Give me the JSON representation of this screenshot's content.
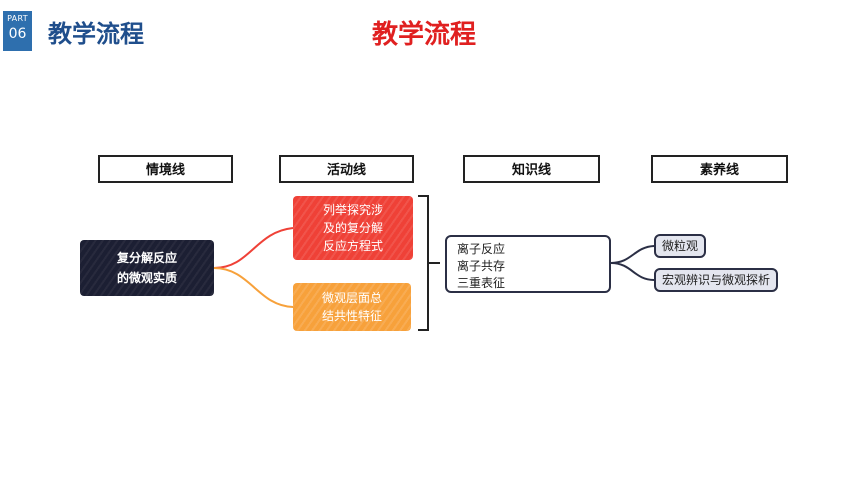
{
  "header": {
    "part_label": "PART",
    "part_number": "06",
    "section_title": "教学流程"
  },
  "main_title": "教学流程",
  "columns": [
    "情境线",
    "活动线",
    "知识线",
    "素养线"
  ],
  "nodes": {
    "context": [
      "复分解反应",
      "的微观实质"
    ],
    "activity_red": [
      "列举探究涉",
      "及的复分解",
      "反应方程式"
    ],
    "activity_orange": [
      "微观层面总",
      "结共性特征"
    ],
    "knowledge": [
      "离子反应",
      "离子共存",
      "三重表征"
    ],
    "literacy_1": "微粒观",
    "literacy_2": "宏观辨识与微观探析"
  },
  "colors": {
    "part_badge": "#2e6fae",
    "header_title": "#1f4e8c",
    "main_title": "#e02020",
    "context_node": "#1c1f33",
    "activity_red": "#ef4137",
    "activity_orange": "#f7a13b",
    "literacy_fill": "#e4e6ef"
  }
}
